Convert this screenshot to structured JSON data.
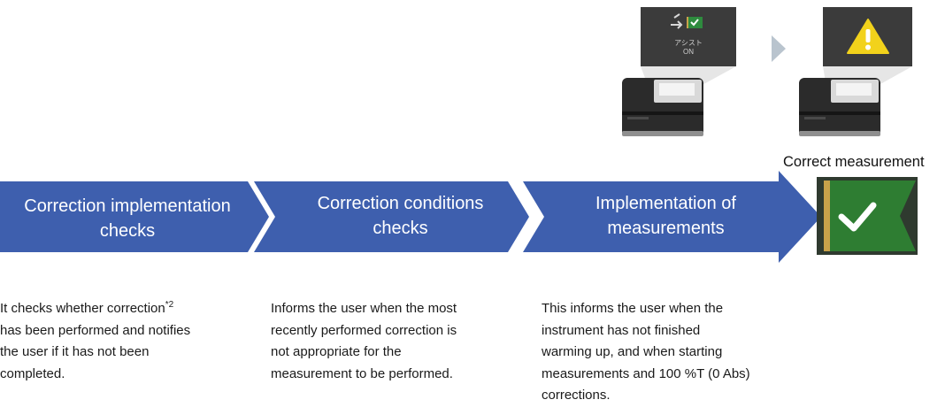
{
  "steps": [
    {
      "lines": [
        "Correction implementation",
        "checks"
      ],
      "color": "#3e5fae"
    },
    {
      "lines": [
        "Correction conditions",
        "checks"
      ],
      "color": "#3e5fae"
    },
    {
      "lines": [
        "Implementation of",
        "measurements"
      ],
      "color": "#3e5fae"
    }
  ],
  "descriptions": [
    {
      "lines": [
        "It checks whether correction",
        "has been performed and notifies",
        "the user if it has not been",
        "completed."
      ],
      "footnote": "*2"
    },
    {
      "lines": [
        "Informs the user when the most",
        "recently performed correction is",
        "not appropriate for the",
        "measurement to be performed."
      ]
    },
    {
      "lines": [
        "This informs the user when the",
        "instrument has not finished",
        "warming up, and when starting",
        "measurements and 100 %T (0 Abs)",
        "corrections."
      ]
    }
  ],
  "outcome": {
    "label": "Correct measurement",
    "icon": "checkmark-flag-icon",
    "flag_color": "#2e7d32"
  },
  "screens": [
    {
      "icon": "assist-flag-icon",
      "text_line1": "アシスト",
      "text_line2": "ON"
    },
    {
      "icon": "warning-triangle-icon",
      "warning_color": "#f2d21b"
    }
  ],
  "colors": {
    "arrow_blue": "#3e5fae",
    "screen_gray": "#3b3b3b",
    "instrument_dark": "#2b2b2b",
    "gold_edge": "#c9a24a"
  }
}
